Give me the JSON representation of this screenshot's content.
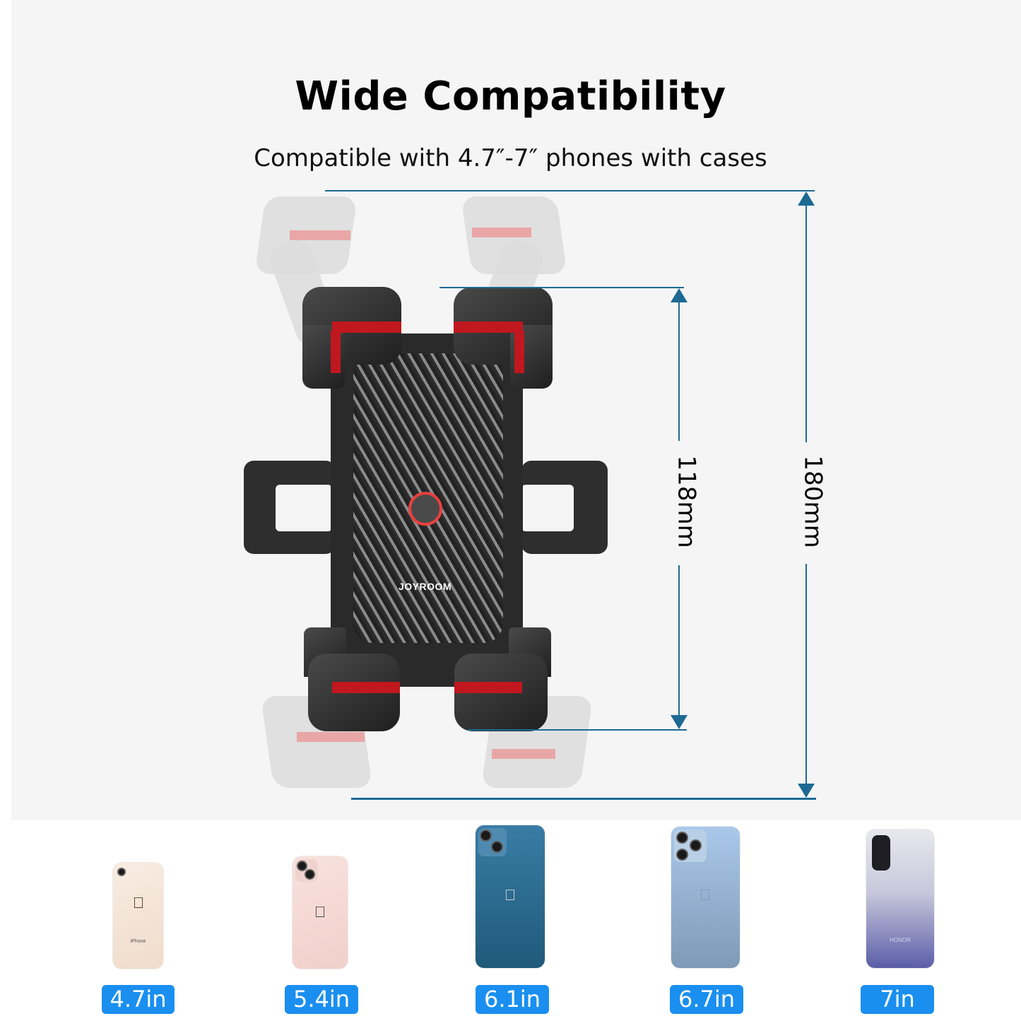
{
  "header": {
    "title": "Wide Compatibility",
    "subtitle": "Compatible with 4.7″-7″ phones with cases"
  },
  "dimensions": {
    "inner": {
      "label": "118mm",
      "color": "#1c6a94"
    },
    "outer": {
      "label": "180mm",
      "color": "#1c6a94"
    }
  },
  "product": {
    "brand": "JOYROOM",
    "accent_color": "#c0181e",
    "button_ring_color": "#e8403f"
  },
  "phones": [
    {
      "size": "4.7in",
      "color": "#f3e1d2",
      "text": "iPhone"
    },
    {
      "size": "5.4in",
      "color": "#f5d6d2",
      "text": ""
    },
    {
      "size": "6.1in",
      "color": "#285f82",
      "text": ""
    },
    {
      "size": "6.7in",
      "color": "#9bb8d8",
      "text": ""
    },
    {
      "size": "7in",
      "color": "#8a8fc6",
      "text": "HONOR"
    }
  ],
  "badge_color": "#1a8ff0"
}
